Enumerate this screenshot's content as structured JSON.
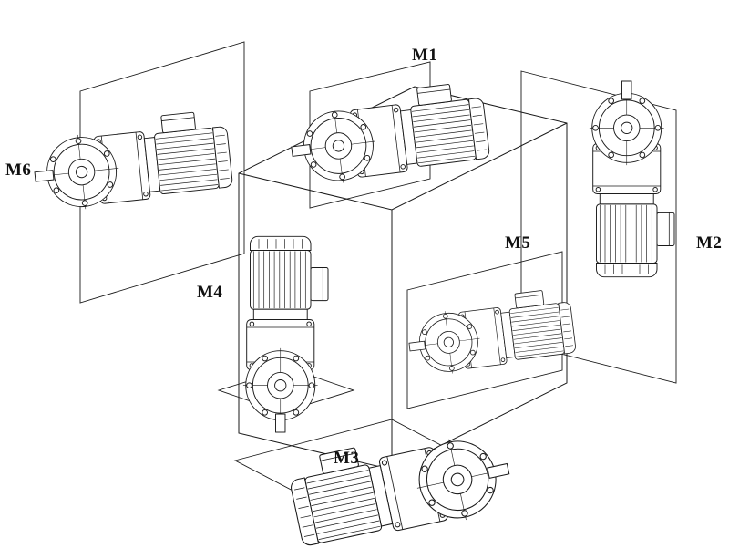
{
  "diagram": {
    "background": "#ffffff",
    "line_color": "#1a1a1a",
    "labels": [
      {
        "id": "m1",
        "text": "M1"
      },
      {
        "id": "m2",
        "text": "M2"
      },
      {
        "id": "m3",
        "text": "M3"
      },
      {
        "id": "m4",
        "text": "M4"
      },
      {
        "id": "m5",
        "text": "M5"
      },
      {
        "id": "m6",
        "text": "M6"
      }
    ]
  }
}
